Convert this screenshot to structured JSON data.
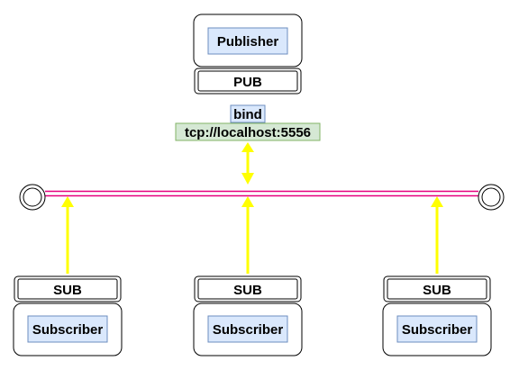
{
  "publisher": {
    "node_label": "Publisher",
    "socket_label": "PUB",
    "bind_label": "bind",
    "endpoint": "tcp://localhost:5556"
  },
  "subscribers": [
    {
      "node_label": "Subscriber",
      "socket_label": "SUB"
    },
    {
      "node_label": "Subscriber",
      "socket_label": "SUB"
    },
    {
      "node_label": "Subscriber",
      "socket_label": "SUB"
    }
  ],
  "colors": {
    "bus": "#e6007e",
    "arrow": "#ffff00",
    "inner_box_fill": "#dae8fc",
    "inner_box_stroke": "#6c8ebf",
    "endpoint_fill": "#d5e8d4",
    "endpoint_stroke": "#82b366"
  }
}
